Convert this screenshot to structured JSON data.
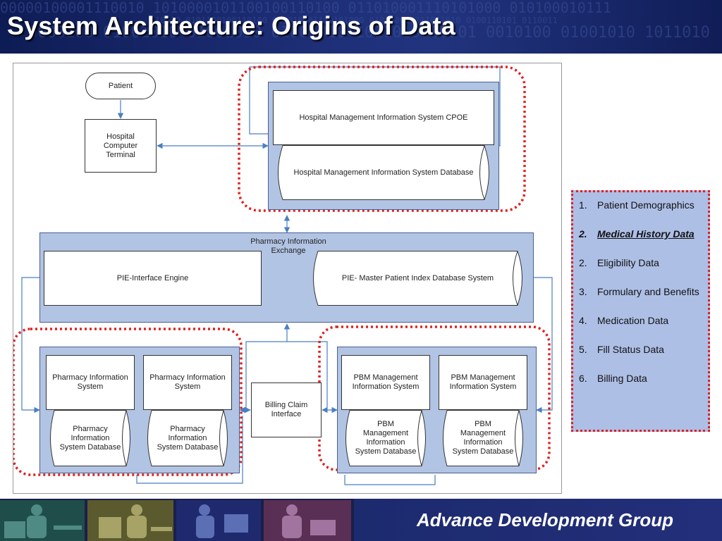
{
  "header": {
    "title": "System Architecture: Origins of Data",
    "binary_lines": [
      "00000100001110010 1010000101100100110100 011010001110101000 010100010111",
      "10010 0101100100110100 011010001110101000 010100010111001010 0100110101 0110011",
      "0000100 01001010 01001010 01001010 1011010000101 0010100 01001010 1011010"
    ]
  },
  "diagram": {
    "patient": "Patient",
    "terminal": [
      "Hospital",
      "Computer",
      "Terminal"
    ],
    "hmis_cpoe": "Hospital Management Information System CPOE",
    "hmis_db": "Hospital Management Information System Database",
    "pie_title": [
      "Pharmacy Information",
      "Exchange"
    ],
    "pie_engine": "PIE-Interface Engine",
    "pie_mpi": "PIE- Master Patient Index Database System",
    "pharmacy_system": [
      "Pharmacy Information",
      "System"
    ],
    "pharmacy_db": [
      "Pharmacy",
      "Information",
      "System Database"
    ],
    "billing": [
      "Billing Claim",
      "Interface"
    ],
    "pbm_system": [
      "PBM Management",
      "Information System"
    ],
    "pbm_db": [
      "PBM",
      "Management",
      "Information",
      "System Database"
    ]
  },
  "list": [
    {
      "num": "1.",
      "text": "Patient Demographics"
    },
    {
      "num": "2.",
      "text": "Medical History Data"
    },
    {
      "num": "2.",
      "text": "Eligibility Data"
    },
    {
      "num": "3.",
      "text": "Formulary and Benefits"
    },
    {
      "num": "4.",
      "text": "Medication Data"
    },
    {
      "num": "5.",
      "text": "Fill Status Data"
    },
    {
      "num": "6.",
      "text": "Billing Data"
    }
  ],
  "footer": {
    "brand": "Advance Development Group"
  },
  "colors": {
    "header_bg": "#1e2f78",
    "group_fill": "#b2c4e4",
    "highlight_dots": "#e02020",
    "connector": "#4a7fc1",
    "footer_bg": "#1a1f4a"
  }
}
